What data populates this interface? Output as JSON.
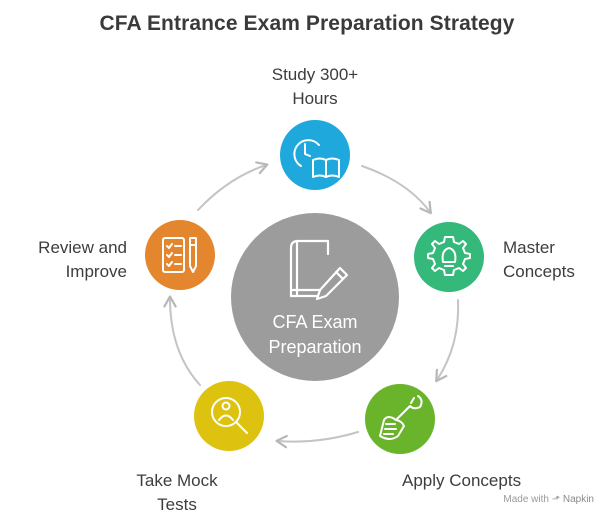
{
  "title": "CFA Entrance Exam Preparation Strategy",
  "center": {
    "line1": "CFA Exam",
    "line2": "Preparation",
    "icon": "notebook-pencil-icon",
    "color": "#9c9c9c"
  },
  "steps": [
    {
      "id": "study",
      "line1": "Study 300+",
      "line2": "Hours",
      "icon": "clock-book-icon",
      "color": "#1ea8dc"
    },
    {
      "id": "master",
      "line1": "Master",
      "line2": "Concepts",
      "icon": "gear-lightbulb-icon",
      "color": "#35b97a"
    },
    {
      "id": "apply",
      "line1": "Apply Concepts",
      "line2": "",
      "icon": "hand-wrench-icon",
      "color": "#6ab42b"
    },
    {
      "id": "mock",
      "line1": "Take Mock",
      "line2": "Tests",
      "icon": "magnifier-person-icon",
      "color": "#ddc20f"
    },
    {
      "id": "review",
      "line1": "Review and",
      "line2": "Improve",
      "icon": "checklist-pen-icon",
      "color": "#e4862e"
    }
  ],
  "watermark": {
    "prefix": "Made with",
    "brand": "Napkin"
  }
}
